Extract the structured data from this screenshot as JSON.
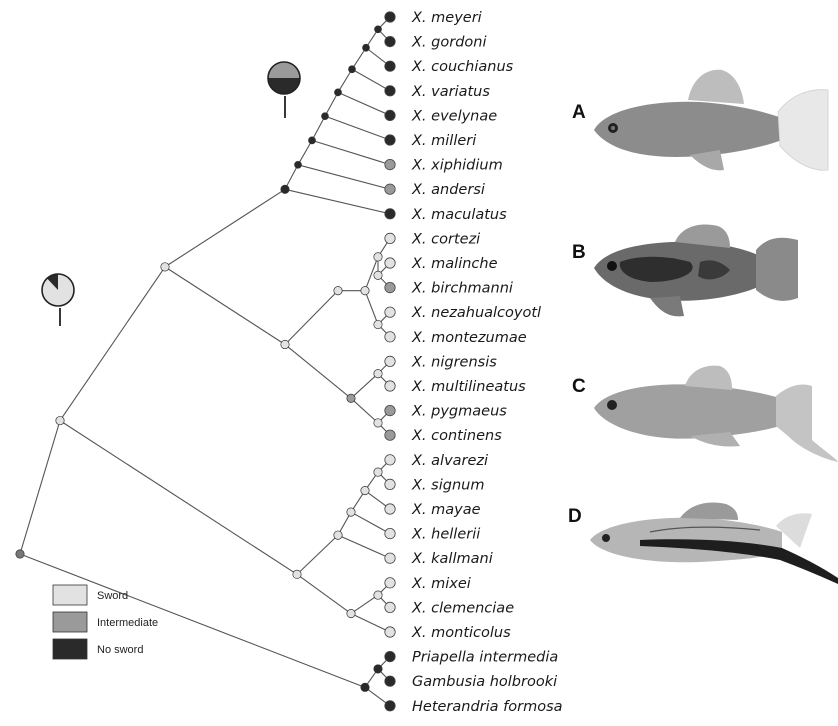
{
  "colors": {
    "sword": "#e2e2e2",
    "intermediate": "#9a9a9a",
    "no_sword": "#2a2a2a",
    "branch": "#555555"
  },
  "taxa": [
    {
      "name": "X. meyeri",
      "state": "no_sword"
    },
    {
      "name": "X. gordoni",
      "state": "no_sword"
    },
    {
      "name": "X. couchianus",
      "state": "no_sword"
    },
    {
      "name": "X. variatus",
      "state": "no_sword"
    },
    {
      "name": "X. evelynae",
      "state": "no_sword"
    },
    {
      "name": "X. milleri",
      "state": "no_sword"
    },
    {
      "name": "X. xiphidium",
      "state": "intermediate"
    },
    {
      "name": "X. andersi",
      "state": "intermediate"
    },
    {
      "name": "X. maculatus",
      "state": "no_sword"
    },
    {
      "name": "X. cortezi",
      "state": "sword"
    },
    {
      "name": "X. malinche",
      "state": "sword"
    },
    {
      "name": "X. birchmanni",
      "state": "intermediate"
    },
    {
      "name": "X. nezahualcoyotl",
      "state": "sword"
    },
    {
      "name": "X. montezumae",
      "state": "sword"
    },
    {
      "name": "X. nigrensis",
      "state": "sword"
    },
    {
      "name": "X. multilineatus",
      "state": "sword"
    },
    {
      "name": "X. pygmaeus",
      "state": "intermediate"
    },
    {
      "name": "X. continens",
      "state": "intermediate"
    },
    {
      "name": "X. alvarezi",
      "state": "sword"
    },
    {
      "name": "X. signum",
      "state": "sword"
    },
    {
      "name": "X. mayae",
      "state": "sword"
    },
    {
      "name": "X. hellerii",
      "state": "sword"
    },
    {
      "name": "X. kallmani",
      "state": "sword"
    },
    {
      "name": "X. mixei",
      "state": "sword"
    },
    {
      "name": "X. clemenciae",
      "state": "sword"
    },
    {
      "name": "X. monticolus",
      "state": "sword"
    },
    {
      "name": "Priapella intermedia",
      "state": "no_sword"
    },
    {
      "name": "Gambusia holbrooki",
      "state": "no_sword"
    },
    {
      "name": "Heterandria formosa",
      "state": "no_sword"
    }
  ],
  "legend": [
    {
      "label": "Sword",
      "state": "sword"
    },
    {
      "label": "Intermediate",
      "state": "intermediate"
    },
    {
      "label": "No sword",
      "state": "no_sword"
    }
  ],
  "pie_charts": [
    {
      "node": "northern-platyfish-clade",
      "sword": 0.0,
      "intermediate": 0.5,
      "no_sword": 0.5
    },
    {
      "node": "xiphophorus-root",
      "sword": 0.88,
      "intermediate": 0.0,
      "no_sword": 0.12
    }
  ],
  "photo_panels": [
    {
      "letter": "A"
    },
    {
      "letter": "B"
    },
    {
      "letter": "C"
    },
    {
      "letter": "D"
    }
  ]
}
